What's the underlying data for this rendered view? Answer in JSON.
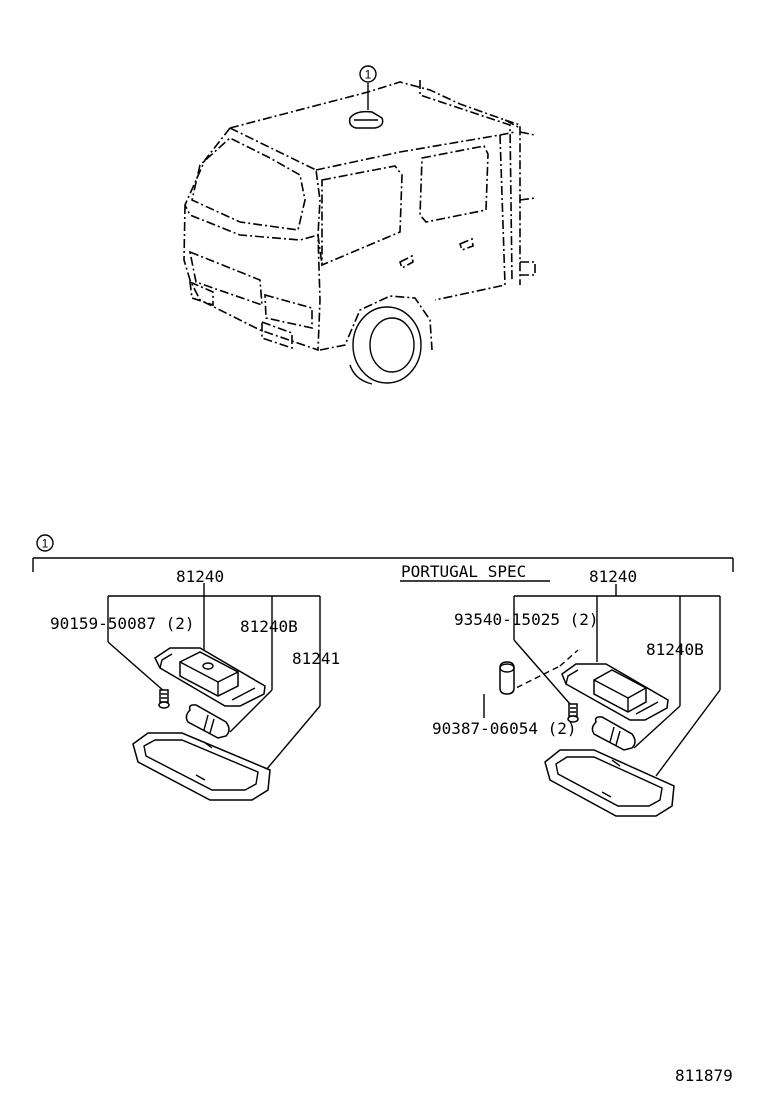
{
  "diagram": {
    "callout_top": "1",
    "callout_section": "1",
    "left_group": {
      "assembly_part": "81240",
      "screw_part": "90159-50087 (2)",
      "bulb_part": "81240B",
      "lens_part": "81241"
    },
    "right_group": {
      "spec_note": "PORTUGAL SPEC",
      "assembly_part": "81240",
      "screw_part": "93540-15025 (2)",
      "bulb_part": "81240B",
      "nut_part": "90387-06054 (2)"
    },
    "figure_number": "811879"
  }
}
